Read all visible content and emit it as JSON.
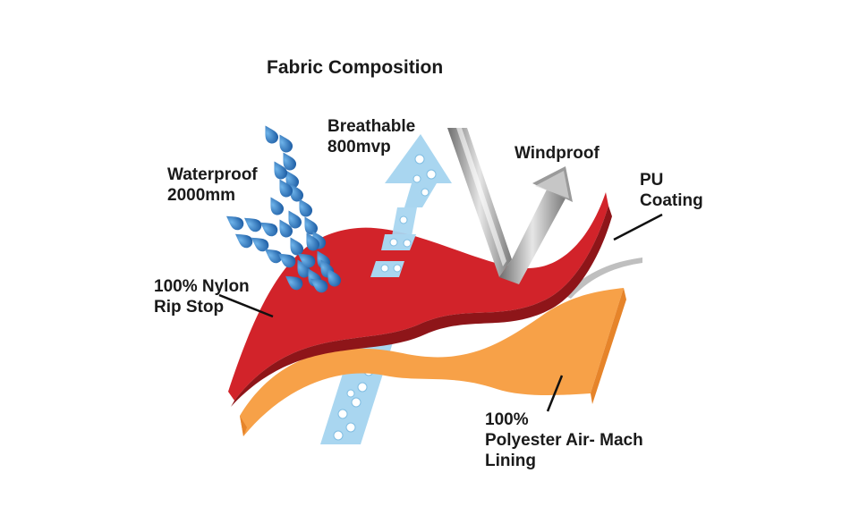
{
  "title": "Fabric Composition",
  "labels": {
    "waterproof": "Waterproof\n2000mm",
    "breathable": "Breathable\n800mvp",
    "windproof": "Windproof",
    "pu_coating": "PU\nCoating",
    "nylon": "100% Nylon\nRip Stop",
    "lining": "100%\nPolyester Air- Mach\nLining"
  },
  "colors": {
    "nylon_layer": "#d2232a",
    "nylon_edge": "#8e1519",
    "lining_layer": "#f7a148",
    "lining_edge": "#f2902b",
    "pu_coating": "#bfbfbf",
    "water_drop": "#1f5fa6",
    "breath_arrow": "#a9d6f0",
    "wind_arrow": "#8c8c8c"
  }
}
